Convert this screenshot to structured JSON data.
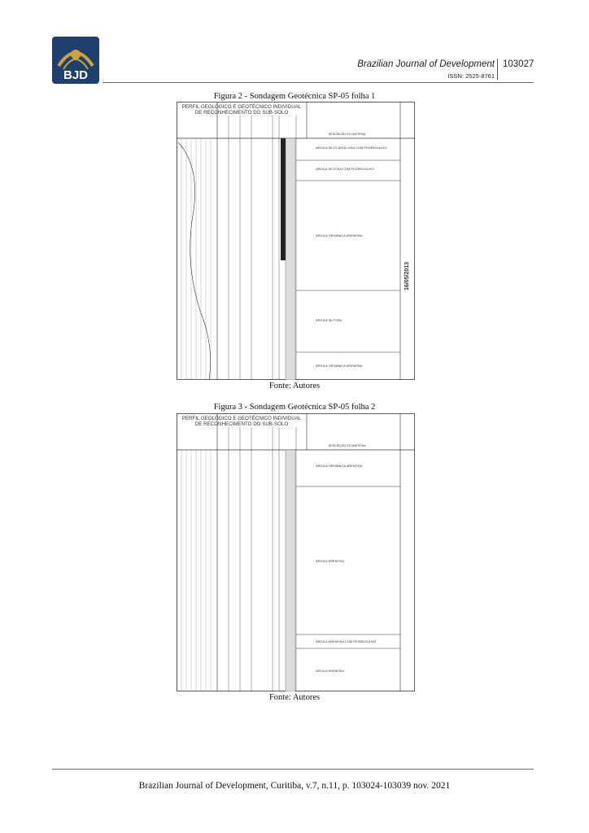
{
  "header": {
    "logo_text": "BJD",
    "journal_name": "Brazilian Journal of Development",
    "issn": "ISSN: 2525-8761",
    "page_number": "103027"
  },
  "colors": {
    "logo_bg": "#1f3f6f",
    "logo_gold": "#c9a441",
    "rule": "#4a6a9a"
  },
  "figure2": {
    "caption": "Figura 2 - Sondagem Geotécnica SP-05 folha 1",
    "source": "Fonte: Autores",
    "title_line1": "PERFIL GEOLÓGICO E GEOTÉCNICO INDIVIDUAL",
    "title_line2": "DE RECONHECIMENTO DO SUB-SOLO",
    "column_header": "DESCRIÇÃO DO MATERIAL",
    "date": "16/05/2013",
    "layers": [
      "ARGILA SILTO ARGILOSA COM PEDREGULHO",
      "ARGILA SILTOSA COM PEDREGULHO",
      "ARGILA ORGÂNICA ARENOSA",
      "ARGILA SILTOSA",
      "ARGILA ORGÂNICA ARENOSA"
    ]
  },
  "figure3": {
    "caption": "Figura 3 - Sondagem Geotécnica SP-05 folha 2",
    "source": "Fonte: Autores",
    "title_line1": "PERFIL GEOLÓGICO E GEOTÉCNICO INDIVIDUAL",
    "title_line2": "DE RECONHECIMENTO DO SUB-SOLO",
    "column_header": "DESCRIÇÃO DO MATERIAL",
    "layers": [
      "ARGILA ORGÂNICA ARENOSA",
      "ARGILA ARENOSA",
      "ARGILA ARENOSA COM PEDREGULHO",
      "ARGILA ARENOSA"
    ]
  },
  "footer": {
    "citation": "Brazilian Journal of Development, Curitiba, v.7, n.11, p. 103024-103039  nov.  2021"
  }
}
